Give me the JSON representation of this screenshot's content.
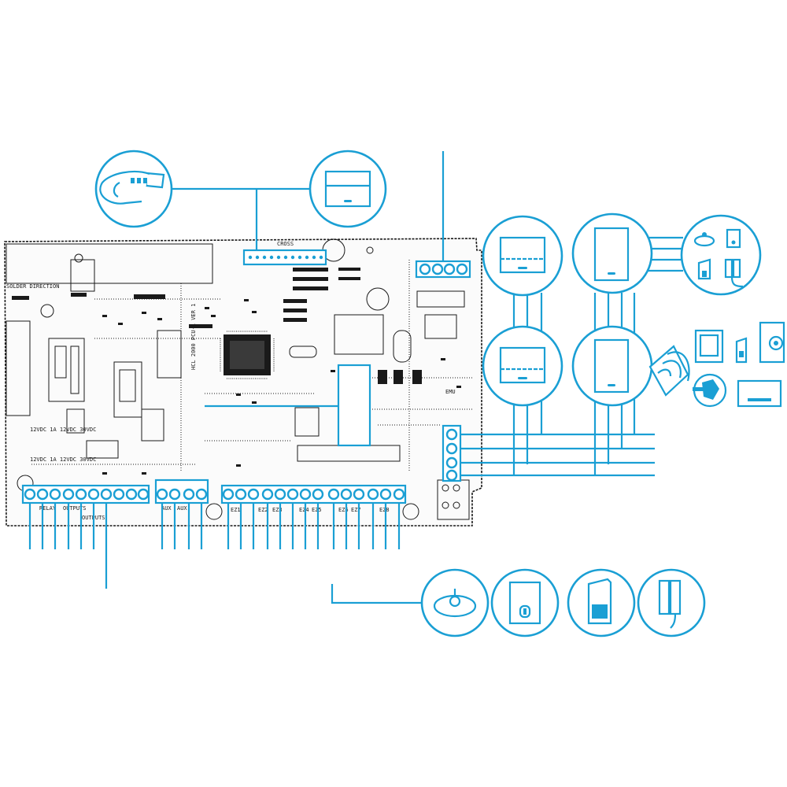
{
  "board": {
    "silk": {
      "solder_direction": "SOLDER DIRECTION",
      "power_rating_1": "12VDC 1A 12VDC 30VDC",
      "power_rating_2": "12VDC 1A 12VDC 30VDC",
      "model_1": "HCL 2000 PCU-1 VER 1",
      "model_2": "EMU",
      "top_label": "CROSS",
      "bottom_labels": [
        "RELAY",
        "OUTPUTS",
        "OUTPUTS",
        "AUX",
        "AUX",
        "EZ1",
        "EZ2",
        "EZ3",
        "EZ4",
        "EZ5",
        "EZ6",
        "EZ7",
        "EZ8"
      ]
    }
  },
  "colors": {
    "accent": "#1a9fd4",
    "ink": "#1a1a1a",
    "background": "#ffffff"
  },
  "icons": {
    "top_left": [
      "cable-clip-icon",
      "keypad-icon"
    ],
    "right_column": [
      "keypad-icon",
      "keypad-icon",
      "door-contact-icon",
      "door-contact-icon"
    ],
    "right_group_top": [
      "smoke-detector-icon",
      "pir-icon",
      "siren-icon",
      "magnetic-contact-icon"
    ],
    "right_group_wireless": [
      "tablet-icon",
      "key-fob-icon",
      "camera-icon",
      "remote-icon",
      "glass-break-icon"
    ],
    "bottom_row": [
      "smoke-detector-icon",
      "key-switch-icon",
      "motion-sensor-icon",
      "magnetic-contact-icon"
    ]
  }
}
